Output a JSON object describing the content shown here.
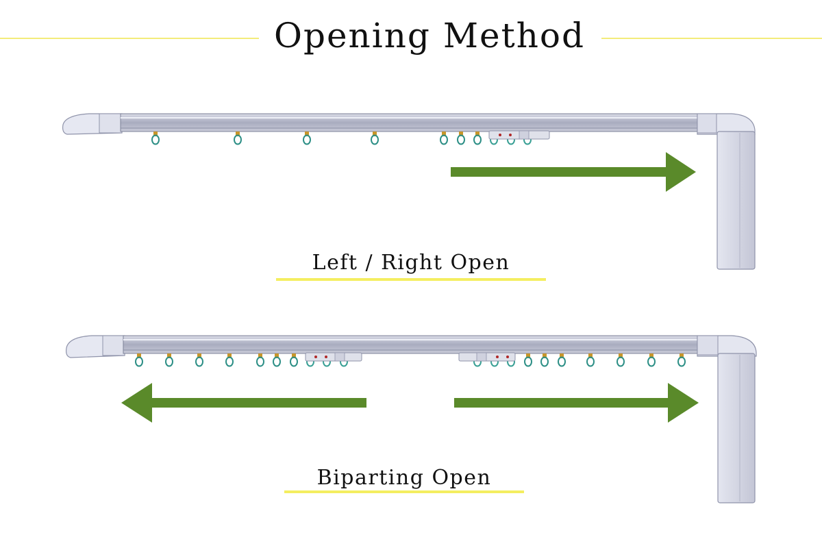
{
  "title": "Opening Method",
  "colors": {
    "accent_line": "#f3ec7a",
    "arrow": "#5a8a2a",
    "rail": "#b9bccd",
    "hook": "#2d8f86"
  },
  "diagrams": [
    {
      "caption": "Left / Right Open",
      "arrows": [
        "right"
      ]
    },
    {
      "caption": "Biparting Open",
      "arrows": [
        "left",
        "right"
      ]
    }
  ]
}
